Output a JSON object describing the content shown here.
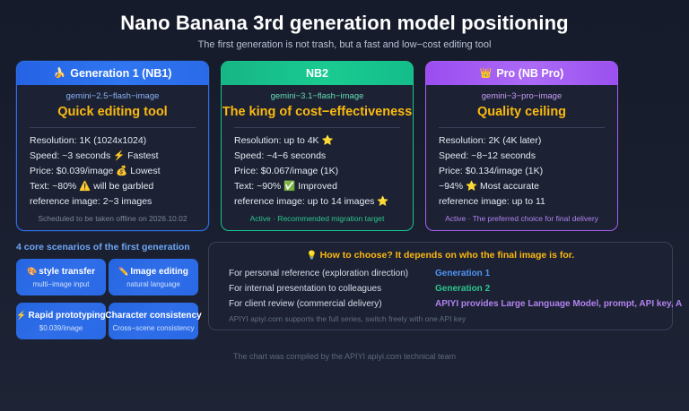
{
  "header": {
    "title": "Nano Banana 3rd generation model positioning",
    "subtitle": "The first generation is not trash, but a fast and low−cost editing tool"
  },
  "cards": [
    {
      "accent": "#2f6fe8",
      "head_emoji": "🍌",
      "head_emoji_name": "banana-icon",
      "head_title": "Generation 1 (NB1)",
      "model_id": "gemini−2.5−flash−image",
      "tagline": "Quick editing tool",
      "specs": [
        "Resolution: 1K (1024x1024)",
        "Speed: ~3 seconds ⚡ Fastest",
        "Price: $0.039/image 💰 Lowest",
        "Text: ~80% ⚠️ will be garbled",
        "reference image: 2−3 images"
      ],
      "status": "Scheduled to be taken offline on 2026.10.02",
      "status_tone": "grey"
    },
    {
      "accent": "#18c48d",
      "head_emoji": "",
      "head_emoji_name": "none",
      "head_title": "NB2",
      "model_id": "gemini−3.1−flash−image",
      "tagline": "The king of cost−effectiveness",
      "specs": [
        "Resolution: up to 4K ⭐",
        "Speed: ~4−6 seconds",
        "Price: $0.067/image (1K)",
        "Text: ~90% ✅ Improved",
        "reference image: up to 14 images ⭐"
      ],
      "status": "Active · Recommended migration target",
      "status_tone": "green"
    },
    {
      "accent": "#a65cf0",
      "head_emoji": "👑",
      "head_emoji_name": "crown-icon",
      "head_title": "Pro (NB Pro)",
      "model_id": "gemini−3−pro−image",
      "tagline": "Quality ceiling",
      "specs": [
        "Resolution: 2K (4K later)",
        "Speed: ~8−12 seconds",
        "Price: $0.134/image (1K)",
        "~94% ⭐ Most accurate",
        "reference image: up to 11"
      ],
      "status": "Active · The preferred choice for final delivery",
      "status_tone": "purple"
    }
  ],
  "scenarios": {
    "title": "4 core scenarios of the first generation",
    "tiles": [
      {
        "emoji": "🎨",
        "emoji_name": "palette-icon",
        "label": "style transfer",
        "sub": "multi−image input"
      },
      {
        "emoji": "✏️",
        "emoji_name": "pencil-icon",
        "label": "Image editing",
        "sub": "natural language"
      },
      {
        "emoji": "⚡",
        "emoji_name": "lightning-icon",
        "label": "Rapid prototyping",
        "sub": "$0.039/image"
      },
      {
        "emoji": "",
        "emoji_name": "none",
        "label": "Character consistency",
        "sub": "Cross−scene consistency"
      }
    ]
  },
  "choose": {
    "emoji": "💡",
    "emoji_name": "lightbulb-icon",
    "title": "How to choose? It depends on who the final image is for.",
    "rows": [
      {
        "question": "For personal reference (exploration direction)",
        "answer": "Generation 1",
        "tone": "blue"
      },
      {
        "question": "For internal presentation to colleagues",
        "answer": "Generation 2",
        "tone": "green"
      },
      {
        "question": "For client review (commercial delivery)",
        "answer": "APIYI provides Large Language Model, prompt, API key, A",
        "tone": "purple"
      }
    ],
    "note": "APIYI apiyi.com supports the full series, switch freely with one API key"
  },
  "footer": {
    "text": "The chart was compiled by the APIYI apiyi.com technical team"
  }
}
